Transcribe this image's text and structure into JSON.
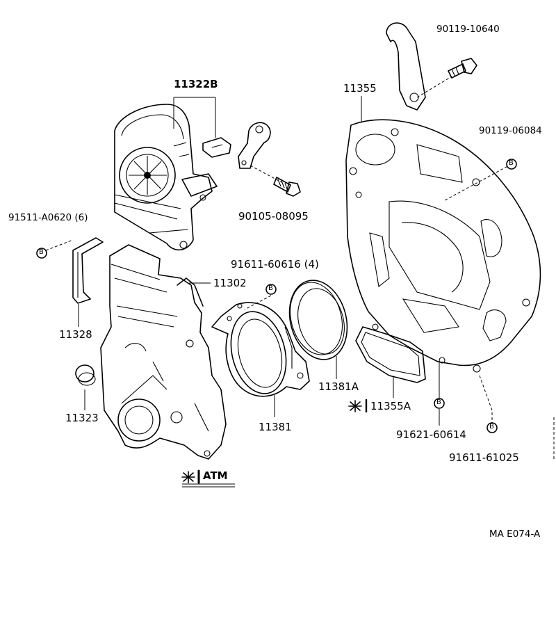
{
  "labels": {
    "p11322b": "11322B",
    "p11355": "11355",
    "p90119_10640": "90119-10640",
    "p90119_06084": "90119-06084",
    "p91511": "91511-A0620 (6)",
    "p90105": "90105-08095",
    "p91611_60616": "91611-60616 (4)",
    "p11302": "11302",
    "p11328": "11328",
    "p11323": "11323",
    "p11381a": "11381A",
    "p11381": "11381",
    "p11355a": "11355A",
    "p91621": "91621-60614",
    "p91611_61025": "91611-61025",
    "atm": "ATM",
    "ref": "MA  E074-A"
  },
  "markers": {
    "bolt": "B"
  }
}
